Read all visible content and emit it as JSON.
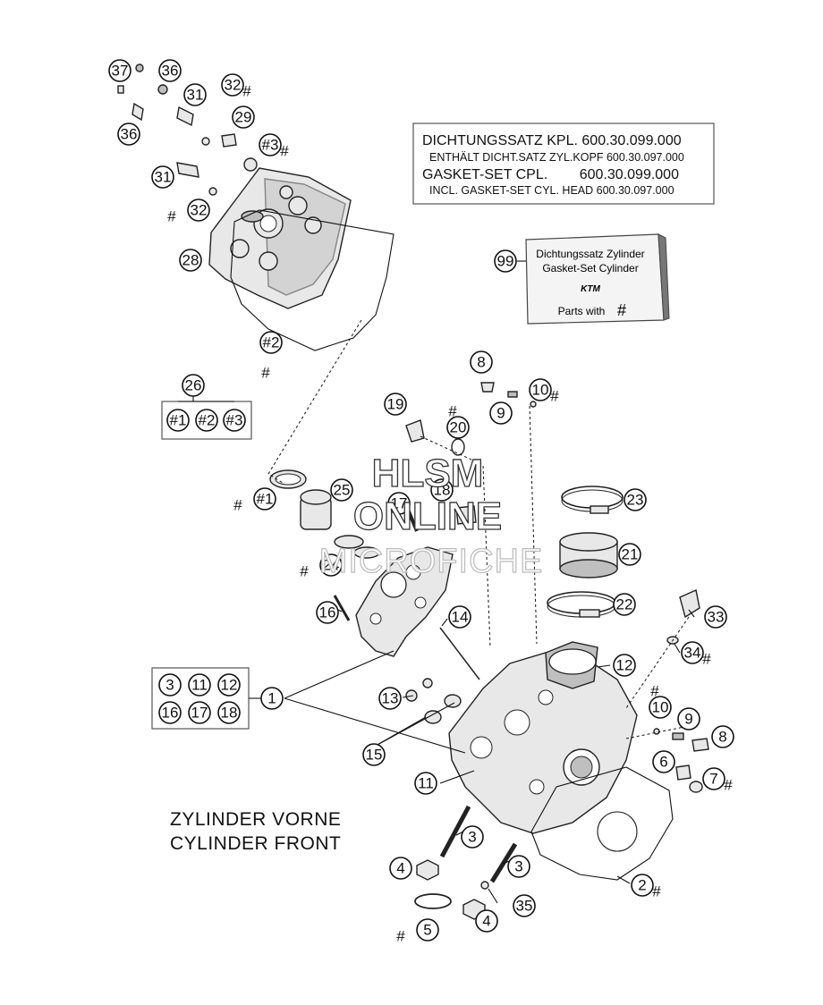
{
  "info_box": {
    "line1": "DICHTUNGSSATZ KPL. 600.30.099.000",
    "line2": "ENTHÄLT DICHT.SATZ ZYL.KOPF 600.30.097.000",
    "line3": "GASKET-SET CPL.        600.30.099.000",
    "line4": "INCL. GASKET-SET CYL. HEAD 600.30.097.000"
  },
  "kit_box": {
    "callout": "99",
    "line1": "Dichtungssatz Zylinder",
    "line2": "Gasket-Set Cylinder",
    "brand": "KTM",
    "parts_with": "Parts with",
    "symbol": "#"
  },
  "group_26": {
    "callout": "26",
    "items": [
      "#1",
      "#2",
      "#3"
    ]
  },
  "group_1": {
    "items": [
      "3",
      "11",
      "12",
      "16",
      "17",
      "18"
    ],
    "callout": "1"
  },
  "caption": {
    "line1": "ZYLINDER VORNE",
    "line2": "CYLINDER FRONT"
  },
  "watermark": {
    "line1": "HLSM",
    "line2": "ONLINE",
    "line3": "MICROFICHE"
  },
  "callouts": [
    {
      "id": "37",
      "hash": false
    },
    {
      "id": "36",
      "hash": false
    },
    {
      "id": "31",
      "hash": false
    },
    {
      "id": "32",
      "hash": true
    },
    {
      "id": "36b",
      "label": "36",
      "hash": false
    },
    {
      "id": "29",
      "hash": false
    },
    {
      "id": "#3",
      "hash": true
    },
    {
      "id": "31b",
      "label": "31",
      "hash": false
    },
    {
      "id": "32b",
      "label": "32",
      "hash": true
    },
    {
      "id": "28",
      "hash": false
    },
    {
      "id": "#2",
      "hash": true
    },
    {
      "id": "8",
      "hash": false
    },
    {
      "id": "10",
      "hash": true
    },
    {
      "id": "19",
      "hash": false
    },
    {
      "id": "20",
      "hash": true
    },
    {
      "id": "9",
      "hash": false
    },
    {
      "id": "#1",
      "hash": true
    },
    {
      "id": "25",
      "hash": false
    },
    {
      "id": "17",
      "hash": false
    },
    {
      "id": "18",
      "hash": false
    },
    {
      "id": "23",
      "hash": false
    },
    {
      "id": "24",
      "hash": true
    },
    {
      "id": "21",
      "hash": false
    },
    {
      "id": "16",
      "hash": false
    },
    {
      "id": "14",
      "hash": false
    },
    {
      "id": "22",
      "hash": false
    },
    {
      "id": "33",
      "hash": false
    },
    {
      "id": "34",
      "hash": true
    },
    {
      "id": "12",
      "hash": false
    },
    {
      "id": "13",
      "hash": false
    },
    {
      "id": "10b",
      "label": "10",
      "hash": true
    },
    {
      "id": "9b",
      "label": "9",
      "hash": false
    },
    {
      "id": "8b",
      "label": "8",
      "hash": false
    },
    {
      "id": "15",
      "hash": false
    },
    {
      "id": "6",
      "hash": false
    },
    {
      "id": "7",
      "hash": true
    },
    {
      "id": "11",
      "hash": false
    },
    {
      "id": "3",
      "hash": false
    },
    {
      "id": "4",
      "hash": false
    },
    {
      "id": "3b",
      "label": "3",
      "hash": false
    },
    {
      "id": "2",
      "hash": true
    },
    {
      "id": "35",
      "hash": false
    },
    {
      "id": "5",
      "hash": true
    },
    {
      "id": "4b",
      "label": "4",
      "hash": false
    }
  ]
}
